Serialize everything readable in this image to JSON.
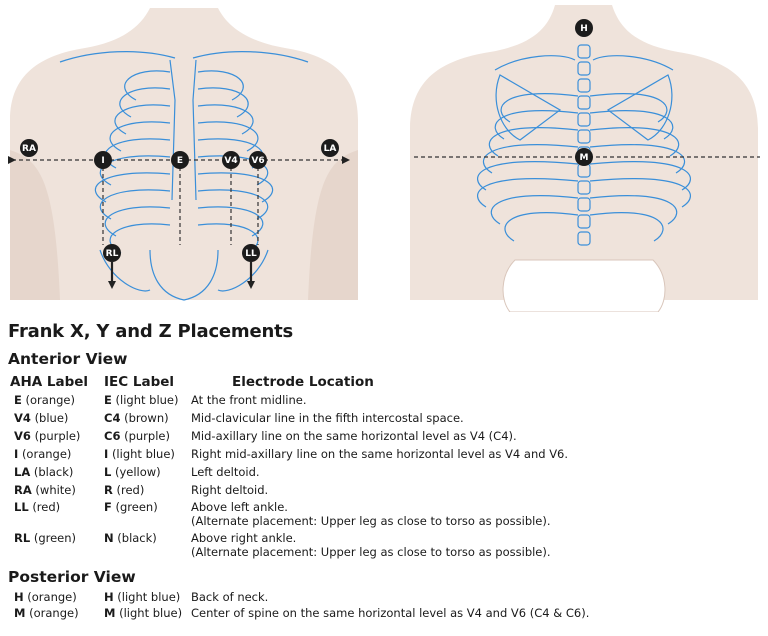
{
  "figure": {
    "anterior_markers": [
      "RA",
      "I",
      "E",
      "V4",
      "V6",
      "LA",
      "RL",
      "LL"
    ],
    "posterior_markers": [
      "H",
      "M"
    ],
    "colors": {
      "skin": "#efe3db",
      "bone": "#3a8fd9",
      "marker": "#1c1c1c",
      "line": "#333333"
    }
  },
  "title": "Frank X, Y and Z Placements",
  "anterior": {
    "heading": "Anterior View",
    "columns": [
      "AHA Label",
      "IEC Label",
      "Electrode Location"
    ],
    "rows": [
      {
        "aha": "E",
        "aha_color": "(orange)",
        "iec": "E",
        "iec_color": "(light blue)",
        "location": "At the front midline."
      },
      {
        "aha": "V4",
        "aha_color": "(blue)",
        "iec": "C4",
        "iec_color": "(brown)",
        "location": "Mid-clavicular line in the fifth intercostal space."
      },
      {
        "aha": "V6",
        "aha_color": "(purple)",
        "iec": "C6",
        "iec_color": "(purple)",
        "location": "Mid-axillary line on the same horizontal level as V4 (C4)."
      },
      {
        "aha": "I",
        "aha_color": "(orange)",
        "iec": "I",
        "iec_color": "(light blue)",
        "location": "Right mid-axillary line on the same horizontal level as V4 and V6."
      },
      {
        "aha": "LA",
        "aha_color": "(black)",
        "iec": "L",
        "iec_color": "(yellow)",
        "location": "Left deltoid."
      },
      {
        "aha": "RA",
        "aha_color": "(white)",
        "iec": "R",
        "iec_color": "(red)",
        "location": "Right deltoid."
      },
      {
        "aha": "LL",
        "aha_color": "(red)",
        "iec": "F",
        "iec_color": "(green)",
        "location": "Above left ankle.",
        "alt": "(Alternate placement: Upper leg as close to torso as possible)."
      },
      {
        "aha": "RL",
        "aha_color": "(green)",
        "iec": "N",
        "iec_color": "(black)",
        "location": "Above right ankle.",
        "alt": "(Alternate placement: Upper leg as close to torso as possible)."
      }
    ]
  },
  "posterior": {
    "heading": "Posterior View",
    "rows": [
      {
        "aha": "H",
        "aha_color": "(orange)",
        "iec": "H",
        "iec_color": "(light blue)",
        "location": "Back of neck."
      },
      {
        "aha": "M",
        "aha_color": "(orange)",
        "iec": "M",
        "iec_color": "(light blue)",
        "location": "Center of spine on the same horizontal level as V4 and V6 (C4 & C6)."
      }
    ]
  }
}
